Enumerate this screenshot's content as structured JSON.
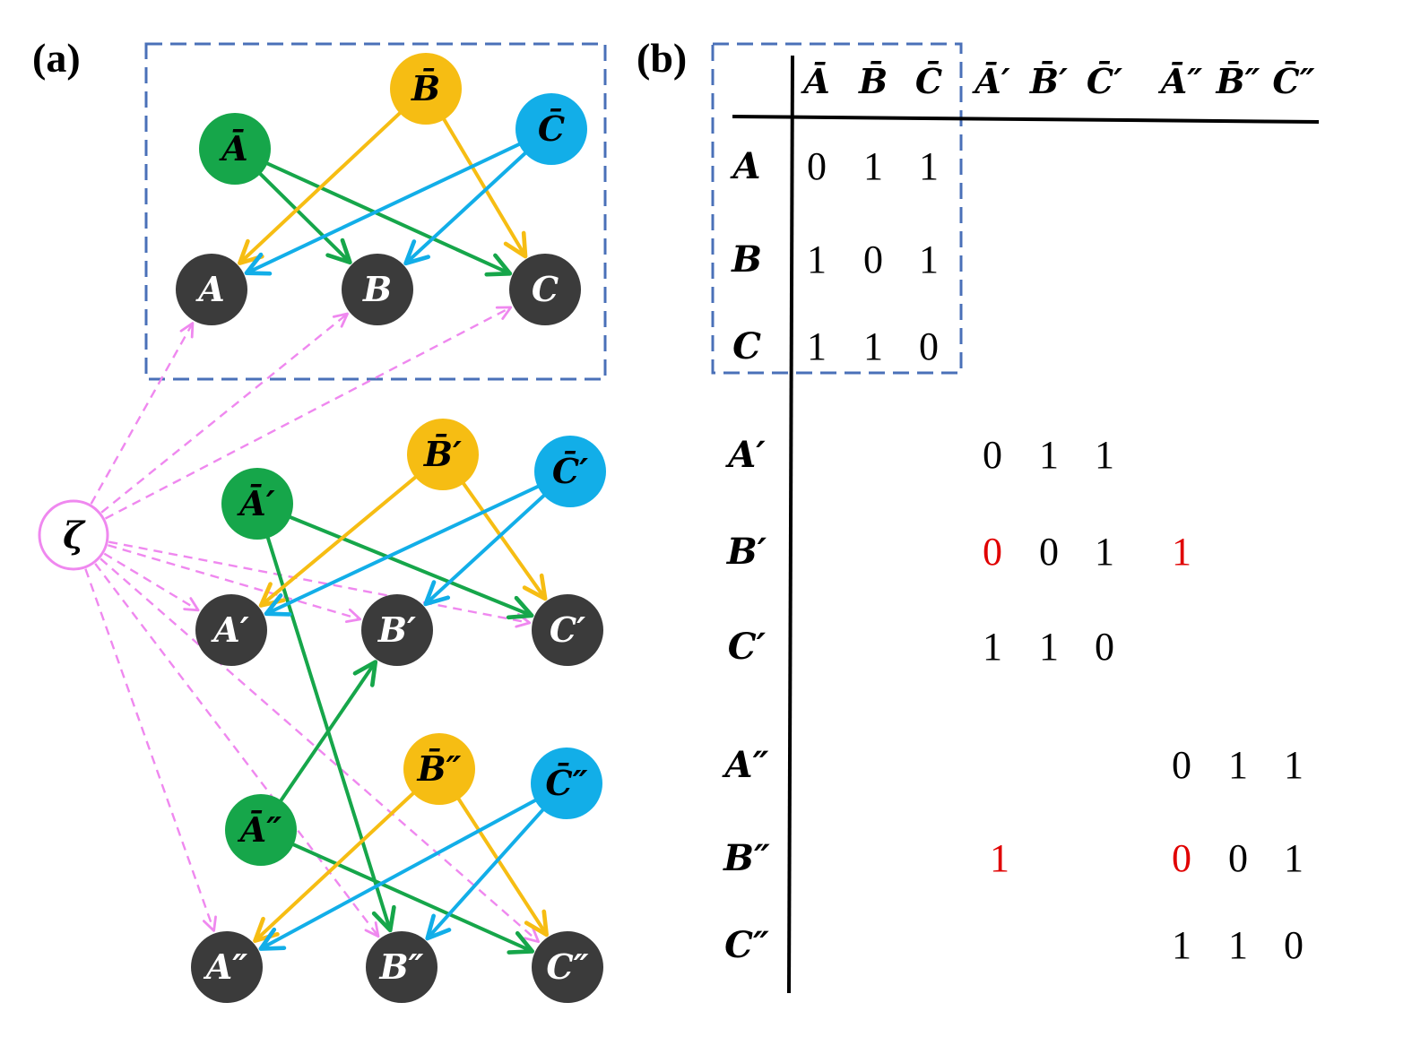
{
  "panels": {
    "a": "(a)",
    "b": "(b)"
  },
  "colors": {
    "green": "#16a64a",
    "yellow": "#f6bd13",
    "blue": "#12aee8",
    "dark": "#3b3b3b",
    "pink": "#ef88ef",
    "frame": "#4a70b8",
    "red": "#e00000"
  },
  "graph": {
    "zeta": "ζ",
    "layers": [
      {
        "nodes": [
          {
            "id": "Abar",
            "label": "Ā",
            "type": "green"
          },
          {
            "id": "Bbar",
            "label": "B̄",
            "type": "yellow"
          },
          {
            "id": "Cbar",
            "label": "C̄",
            "type": "blue"
          },
          {
            "id": "A",
            "label": "A",
            "type": "dark"
          },
          {
            "id": "B",
            "label": "B",
            "type": "dark"
          },
          {
            "id": "C",
            "label": "C",
            "type": "dark"
          }
        ]
      },
      {
        "nodes": [
          {
            "id": "Abar1",
            "label": "Ā′",
            "type": "green"
          },
          {
            "id": "Bbar1",
            "label": "B̄′",
            "type": "yellow"
          },
          {
            "id": "Cbar1",
            "label": "C̄′",
            "type": "blue"
          },
          {
            "id": "A1",
            "label": "A′",
            "type": "dark"
          },
          {
            "id": "B1",
            "label": "B′",
            "type": "dark"
          },
          {
            "id": "C1",
            "label": "C′",
            "type": "dark"
          }
        ]
      },
      {
        "nodes": [
          {
            "id": "Abar2",
            "label": "Ā″",
            "type": "green"
          },
          {
            "id": "Bbar2",
            "label": "B̄″",
            "type": "yellow"
          },
          {
            "id": "Cbar2",
            "label": "C̄″",
            "type": "blue"
          },
          {
            "id": "A2",
            "label": "A″",
            "type": "dark"
          },
          {
            "id": "B2",
            "label": "B″",
            "type": "dark"
          },
          {
            "id": "C2",
            "label": "C″",
            "type": "dark"
          }
        ]
      }
    ],
    "edges": [
      {
        "from": "Abar",
        "to": "B",
        "type": "green"
      },
      {
        "from": "Abar",
        "to": "C",
        "type": "green"
      },
      {
        "from": "Bbar",
        "to": "A",
        "type": "yellow"
      },
      {
        "from": "Bbar",
        "to": "C",
        "type": "yellow"
      },
      {
        "from": "Cbar",
        "to": "A",
        "type": "blue"
      },
      {
        "from": "Cbar",
        "to": "B",
        "type": "blue"
      },
      {
        "from": "Abar1",
        "to": "C1",
        "type": "green"
      },
      {
        "from": "Abar1",
        "to": "B2",
        "type": "green"
      },
      {
        "from": "Bbar1",
        "to": "A1",
        "type": "yellow"
      },
      {
        "from": "Bbar1",
        "to": "C1",
        "type": "yellow"
      },
      {
        "from": "Cbar1",
        "to": "A1",
        "type": "blue"
      },
      {
        "from": "Cbar1",
        "to": "B1",
        "type": "blue"
      },
      {
        "from": "Abar2",
        "to": "B1",
        "type": "green"
      },
      {
        "from": "Abar2",
        "to": "C2",
        "type": "green"
      },
      {
        "from": "Bbar2",
        "to": "A2",
        "type": "yellow"
      },
      {
        "from": "Bbar2",
        "to": "C2",
        "type": "yellow"
      },
      {
        "from": "Cbar2",
        "to": "A2",
        "type": "blue"
      },
      {
        "from": "Cbar2",
        "to": "B2",
        "type": "blue"
      },
      {
        "from": "zeta",
        "to": "A",
        "type": "pink"
      },
      {
        "from": "zeta",
        "to": "B",
        "type": "pink"
      },
      {
        "from": "zeta",
        "to": "C",
        "type": "pink"
      },
      {
        "from": "zeta",
        "to": "A1",
        "type": "pink"
      },
      {
        "from": "zeta",
        "to": "B1",
        "type": "pink"
      },
      {
        "from": "zeta",
        "to": "C1",
        "type": "pink"
      },
      {
        "from": "zeta",
        "to": "A2",
        "type": "pink"
      },
      {
        "from": "zeta",
        "to": "B2",
        "type": "pink"
      },
      {
        "from": "zeta",
        "to": "C2",
        "type": "pink"
      }
    ]
  },
  "matrix": {
    "columns": [
      "Ā",
      "B̄",
      "C̄",
      "Ā′",
      "B̄′",
      "C̄′",
      "Ā″",
      "B̄″",
      "C̄″"
    ],
    "rows": [
      "A",
      "B",
      "C",
      "A′",
      "B′",
      "C′",
      "A″",
      "B″",
      "C″"
    ],
    "entries": [
      {
        "row": 0,
        "col": 0,
        "value": "0"
      },
      {
        "row": 0,
        "col": 1,
        "value": "1"
      },
      {
        "row": 0,
        "col": 2,
        "value": "1"
      },
      {
        "row": 1,
        "col": 0,
        "value": "1"
      },
      {
        "row": 1,
        "col": 1,
        "value": "0"
      },
      {
        "row": 1,
        "col": 2,
        "value": "1"
      },
      {
        "row": 2,
        "col": 0,
        "value": "1"
      },
      {
        "row": 2,
        "col": 1,
        "value": "1"
      },
      {
        "row": 2,
        "col": 2,
        "value": "0"
      },
      {
        "row": 3,
        "col": 3,
        "value": "0"
      },
      {
        "row": 3,
        "col": 4,
        "value": "1"
      },
      {
        "row": 3,
        "col": 5,
        "value": "1"
      },
      {
        "row": 4,
        "col": 3,
        "value": "0",
        "highlight": true
      },
      {
        "row": 4,
        "col": 4,
        "value": "0"
      },
      {
        "row": 4,
        "col": 5,
        "value": "1"
      },
      {
        "row": 4,
        "col": 6,
        "value": "1",
        "highlight": true
      },
      {
        "row": 5,
        "col": 3,
        "value": "1"
      },
      {
        "row": 5,
        "col": 4,
        "value": "1"
      },
      {
        "row": 5,
        "col": 5,
        "value": "0"
      },
      {
        "row": 6,
        "col": 6,
        "value": "0"
      },
      {
        "row": 6,
        "col": 7,
        "value": "1"
      },
      {
        "row": 6,
        "col": 8,
        "value": "1"
      },
      {
        "row": 7,
        "col": 3,
        "value": "1",
        "highlight": true
      },
      {
        "row": 7,
        "col": 6,
        "value": "0",
        "highlight": true
      },
      {
        "row": 7,
        "col": 7,
        "value": "0"
      },
      {
        "row": 7,
        "col": 8,
        "value": "1"
      },
      {
        "row": 8,
        "col": 6,
        "value": "1"
      },
      {
        "row": 8,
        "col": 7,
        "value": "1"
      },
      {
        "row": 8,
        "col": 8,
        "value": "0"
      }
    ]
  }
}
